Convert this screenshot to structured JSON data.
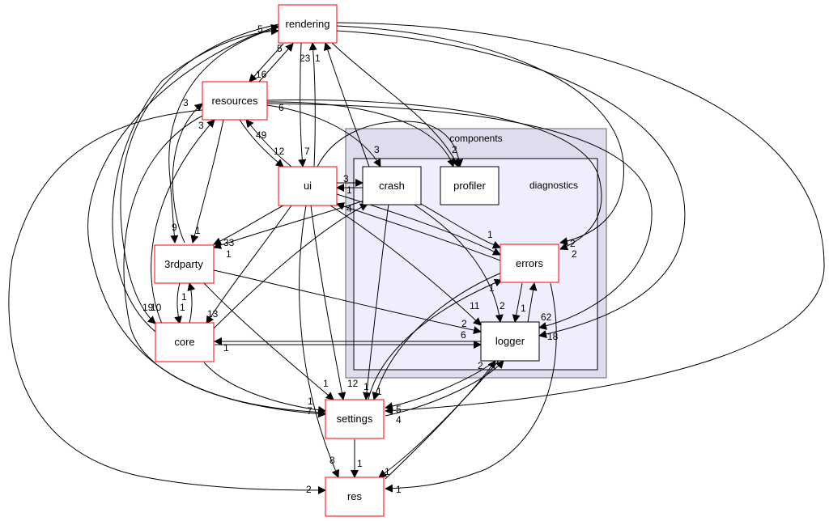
{
  "colors": {
    "outer_cluster_fill": "#ddddee",
    "outer_cluster_stroke": "#666666",
    "inner_cluster_fill": "#eeeeff",
    "inner_cluster_stroke": "#000000",
    "red_node_stroke": "#ff0000",
    "black_node_stroke": "#000000",
    "edge": "#000000"
  },
  "clusters": {
    "outer_label": "components",
    "inner_label": "diagnostics"
  },
  "nodes": {
    "rendering": "rendering",
    "resources": "resources",
    "ui": "ui",
    "crash": "crash",
    "profiler": "profiler",
    "errors": "errors",
    "thirdparty": "3rdparty",
    "core": "core",
    "logger": "logger",
    "settings": "settings",
    "res": "res"
  },
  "edge_labels": {
    "rendering_top_5": "5",
    "resources_rendering_5": "5",
    "rendering_23": "23",
    "rendering_1": "1",
    "resources_16": "16",
    "resources_3a": "3",
    "resources_6": "6",
    "resources_3b": "3",
    "resources_49": "49",
    "ui_12": "12",
    "ui_7": "7",
    "crash_3": "3",
    "profiler_2": "2",
    "crash_ui_3": "3",
    "ui_crash_1": "1",
    "crash_4": "4",
    "errors_2a": "2",
    "errors_2b": "2",
    "errors_1": "1",
    "thirdparty_9": "9",
    "thirdparty_1a": "1",
    "thirdparty_33": "33",
    "thirdparty_1b": "1",
    "core_1a": "1",
    "core_1b": "1",
    "core_13": "13",
    "core_10": "10",
    "core_19": "19",
    "errors_logger_1": "1",
    "logger_2a": "2",
    "logger_1": "1",
    "logger_11": "11",
    "logger_62": "62",
    "logger_18": "18",
    "settings_2": "2",
    "logger_6": "6",
    "core_1c": "1",
    "settings_1a": "1",
    "settings_12": "12",
    "settings_1b": "1",
    "settings_1c": "1",
    "settings_1d": "1",
    "logger_2b": "2",
    "settings_5": "5",
    "settings_4": "4",
    "settings_7": "7",
    "res_8": "8",
    "res_1a": "1",
    "res_2": "2",
    "res_1b": "1",
    "res_1c": "1"
  }
}
